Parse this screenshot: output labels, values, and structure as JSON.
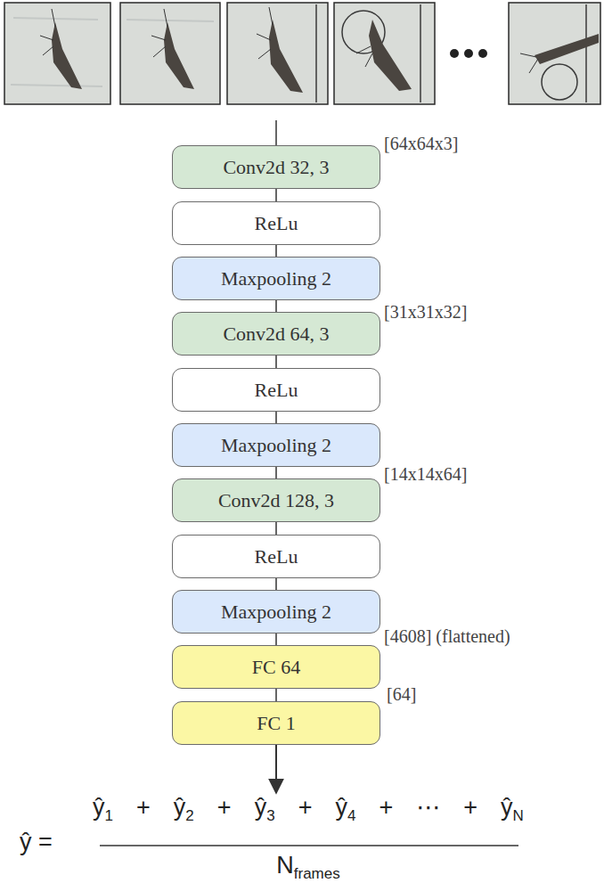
{
  "diagram": {
    "nodes": [
      {
        "text": [
          "Conv2d 32, 3"
        ]
      },
      {
        "text": [
          "ReLu"
        ]
      },
      {
        "text": [
          "Maxpooling 2"
        ]
      },
      {
        "text": [
          "Conv2d 64, 3"
        ]
      },
      {
        "text": [
          "ReLu"
        ]
      },
      {
        "text": [
          "Maxpooling 2"
        ]
      },
      {
        "text": [
          "Conv2d 128, 3"
        ]
      },
      {
        "text": [
          "ReLu"
        ]
      },
      {
        "text": [
          "Maxpooling 2"
        ]
      },
      {
        "text": [
          "FC 64"
        ]
      },
      {
        "text": [
          "FC 1"
        ]
      }
    ],
    "edges": [
      {
        "from": 0,
        "to": 1,
        "arrow": "none"
      },
      {
        "from": 1,
        "to": 2,
        "arrow": "none"
      },
      {
        "from": 2,
        "to": 3,
        "arrow": "none"
      },
      {
        "from": 3,
        "to": 4,
        "arrow": "none"
      },
      {
        "from": 4,
        "to": 5,
        "arrow": "none"
      },
      {
        "from": 5,
        "to": 6,
        "arrow": "none"
      },
      {
        "from": 6,
        "to": 7,
        "arrow": "none"
      },
      {
        "from": 7,
        "to": 8,
        "arrow": "none"
      },
      {
        "from": 8,
        "to": 9,
        "arrow": "none"
      },
      {
        "from": 9,
        "to": 10,
        "arrow": "none"
      }
    ],
    "labels": [
      "[64x64x3]",
      "[31x31x32]",
      "[14x14x64]",
      "[4608] (flattened)",
      "[64]",
      "ŷ =",
      "ŷ1",
      "+",
      "ŷ2",
      "+",
      "ŷ3",
      "+",
      "ŷ4",
      "+",
      "⋯",
      "+",
      "ŷN",
      "Nframes"
    ]
  }
}
